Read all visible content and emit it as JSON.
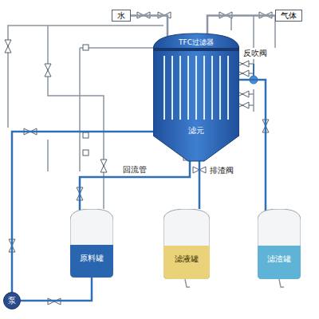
{
  "diagram": {
    "nodes": [
      {
        "text": [
          "水"
        ]
      },
      {
        "text": [
          "气体"
        ]
      },
      {
        "text": [
          "TFC过滤器"
        ]
      },
      {
        "text": [
          "滤元"
        ],
        "in": 2
      },
      {
        "text": [
          "原料罐"
        ]
      },
      {
        "text": [
          "滤液罐"
        ]
      },
      {
        "text": [
          "滤渣罐"
        ]
      },
      {
        "text": [
          "泵"
        ]
      }
    ],
    "edges": [
      {
        "from": 0,
        "to": 2,
        "arrow": "none"
      },
      {
        "from": 1,
        "to": 2,
        "arrow": "none"
      },
      {
        "from": 2,
        "to": 4,
        "label": "回流管",
        "arrow": "none"
      },
      {
        "from": 2,
        "to": 5,
        "arrow": "none"
      },
      {
        "from": 2,
        "to": 6,
        "arrow": "none"
      },
      {
        "from": 4,
        "to": 7,
        "arrow": "none"
      },
      {
        "from": 7,
        "to": 2,
        "arrow": "none"
      }
    ],
    "labels": [
      "反吹阀",
      "排渣阀"
    ]
  }
}
